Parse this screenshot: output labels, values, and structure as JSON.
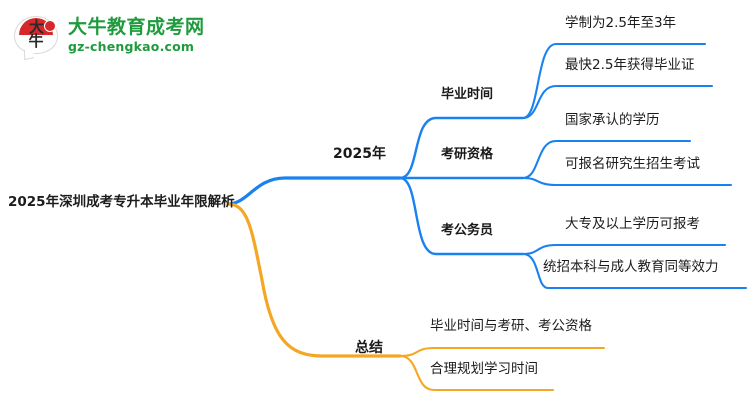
{
  "logo": {
    "mark_char_top": "大",
    "mark_char_bottom": "牛",
    "title": "大牛教育成考网",
    "subtitle": "gz-chengkao.com",
    "brand_green": "#1f9b3e",
    "brand_red": "#d6282b"
  },
  "mindmap": {
    "root": "2025年深圳成考专升本毕业年限解析",
    "branch_colors": {
      "blue": "#1a82f0",
      "orange": "#f5a623"
    },
    "branches": [
      {
        "label": "2025年",
        "color": "#1a82f0",
        "children": [
          {
            "label": "毕业时间",
            "leaves": [
              "学制为2.5年至3年",
              "最快2.5年获得毕业证"
            ]
          },
          {
            "label": "考研资格",
            "leaves": [
              "国家承认的学历",
              "可报名研究生招生考试"
            ]
          },
          {
            "label": "考公务员",
            "leaves": [
              "大专及以上学历可报考",
              "统招本科与成人教育同等效力"
            ]
          }
        ]
      },
      {
        "label": "总结",
        "color": "#f5a623",
        "children": [],
        "leaves": [
          "毕业时间与考研、考公资格",
          "合理规划学习时间"
        ]
      }
    ]
  }
}
